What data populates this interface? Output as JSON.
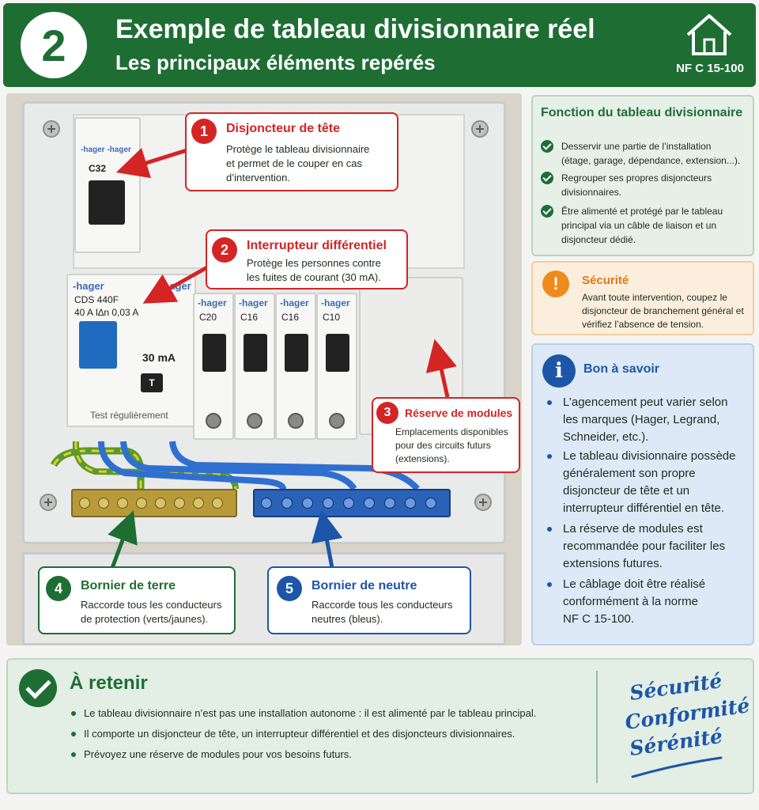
{
  "header": {
    "step": "2",
    "title": "Exemple de tableau divisionnaire réel",
    "subtitle": "Les principaux éléments repérés",
    "norm": "NF C 15-100"
  },
  "photo": {
    "main_breaker": {
      "brand": "-hager -hager",
      "rating": "C32"
    },
    "rcd": {
      "brand": "-hager",
      "brand_right": "-hager",
      "model": "CDS 440F",
      "spec": "40 A I∆n 0,03 A",
      "sensitivity": "30 mA",
      "test_button": "T",
      "test_note": "Test régulièrement"
    },
    "breakers": [
      {
        "brand": "-hager",
        "rating": "C20"
      },
      {
        "brand": "-hager",
        "rating": "C16"
      },
      {
        "brand": "-hager",
        "rating": "C16"
      },
      {
        "brand": "-hager",
        "rating": "C10"
      }
    ]
  },
  "callouts": [
    {
      "number": "1",
      "title": "Disjoncteur de tête",
      "description": [
        "Protège le tableau divisionnaire",
        "et permet de le couper en cas",
        "d’intervention."
      ]
    },
    {
      "number": "2",
      "title": "Interrupteur différentiel",
      "description": [
        "Protège les personnes contre",
        "les fuites de courant (30 mA)."
      ]
    },
    {
      "number": "3",
      "title": "Réserve de modules",
      "description": [
        "Emplacements disponibles",
        "pour des circuits futurs",
        "(extensions)."
      ]
    },
    {
      "number": "4",
      "title": "Bornier de terre",
      "description": [
        "Raccorde tous les conducteurs",
        "de protection (verts/jaunes)."
      ]
    },
    {
      "number": "5",
      "title": "Bornier de neutre",
      "description": [
        "Raccorde tous les conducteurs",
        "neutres (bleus)."
      ]
    }
  ],
  "function_panel": {
    "title": "Fonction du tableau divisionnaire",
    "items": [
      [
        "Desservir une partie de l’installation",
        "(étage, garage, dépendance, extension...)."
      ],
      [
        "Regrouper ses propres disjoncteurs",
        "divisionnaires."
      ],
      [
        "Être alimenté et protégé par le tableau",
        "principal via un câble de liaison et un",
        "disjoncteur dédié."
      ]
    ]
  },
  "security_panel": {
    "icon": "!",
    "title": "Sécurité",
    "text": [
      "Avant toute intervention, coupez le",
      "disjoncteur de branchement général et",
      "vérifiez l’absence de tension."
    ]
  },
  "info_panel": {
    "icon": "i",
    "title": "Bon à savoir",
    "items": [
      [
        "L’agencement peut varier selon",
        "les marques (Hager, Legrand,",
        "Schneider, etc.)."
      ],
      [
        "Le tableau divisionnaire possède",
        "généralement son propre",
        "disjoncteur de tête et un",
        "interrupteur différentiel en tête."
      ],
      [
        "La réserve de modules est",
        "recommandée pour faciliter les",
        "extensions futures."
      ],
      [
        "Le câblage doit être réalisé",
        "conformément à la norme",
        "NF C 15-100."
      ]
    ]
  },
  "retain_panel": {
    "title": "À retenir",
    "items": [
      "Le tableau divisionnaire n’est pas une installation autonome : il est alimenté par le tableau principal.",
      "Il comporte un disjoncteur de tête, un interrupteur différentiel et des disjoncteurs divisionnaires.",
      "Prévoyez une réserve de modules pour vos besoins futurs."
    ],
    "slogan": [
      "Sécurité",
      "Conformité",
      "Sérénité"
    ]
  },
  "colors": {
    "brand_green": "#1e6e34",
    "alert_red": "#d42424",
    "info_blue": "#1d56a8",
    "warning_orange": "#ef8a1c"
  }
}
